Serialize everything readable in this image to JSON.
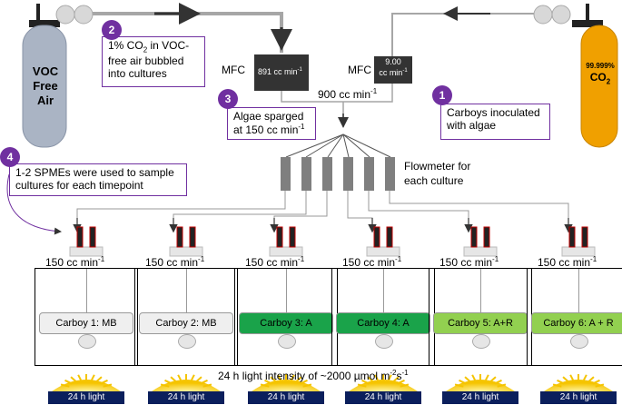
{
  "tanks": {
    "air_label_1": "VOC",
    "air_label_2": "Free",
    "air_label_3": "Air",
    "co2_percent": "99.999%",
    "co2_label": "CO",
    "co2_sub": "2"
  },
  "mfc": {
    "label_left": "MFC",
    "label_right": "MFC",
    "left_value": "891 cc min",
    "left_exp": "-1",
    "right_value_1": "9.00",
    "right_value_2": "cc min",
    "right_exp": "-1",
    "total_value": "900 cc min",
    "total_exp": "-1"
  },
  "steps": [
    {
      "number": "1",
      "lines": [
        "Carboys inoculated",
        "with algae"
      ]
    },
    {
      "number": "2",
      "lines": [
        "1% CO",
        "2",
        " in VOC-",
        "free air bubbled",
        "into cultures"
      ]
    },
    {
      "number": "3",
      "lines": [
        "Algae sparged",
        "at 150 cc min",
        "-1"
      ]
    },
    {
      "number": "4",
      "lines": [
        "1-2 SPMEs were used to sample",
        "cultures for each timepoint"
      ]
    }
  ],
  "flowmeter": {
    "line1": "Flowmeter for",
    "line2": "each culture"
  },
  "culture_rate": {
    "value": "150 cc min",
    "exp": "-1"
  },
  "carboys": [
    {
      "label": "Carboy 1: MB",
      "color": "#efefef"
    },
    {
      "label": "Carboy 2: MB",
      "color": "#efefef"
    },
    {
      "label": "Carboy 3: A",
      "color": "#1aa34a"
    },
    {
      "label": "Carboy 4: A",
      "color": "#1aa34a"
    },
    {
      "label": "Carboy 5: A+R",
      "color": "#92d050"
    },
    {
      "label": "Carboy 6: A + R",
      "color": "#92d050"
    }
  ],
  "light": {
    "intensity_main": "24 h light intensity of ~2000 µmol m",
    "intensity_exp1": "-2",
    "intensity_mid": "s",
    "intensity_exp2": "-1",
    "lamp_label": "24 h light"
  },
  "colors": {
    "air_tank": "#aab4c4",
    "co2_tank": "#f0a000",
    "mfc_box": "#333333",
    "flowmeter": "#7f7f7f",
    "badge": "#7030a0",
    "lamp_band": "#0b1f5c",
    "lamp_glow": "#ffd84a"
  }
}
